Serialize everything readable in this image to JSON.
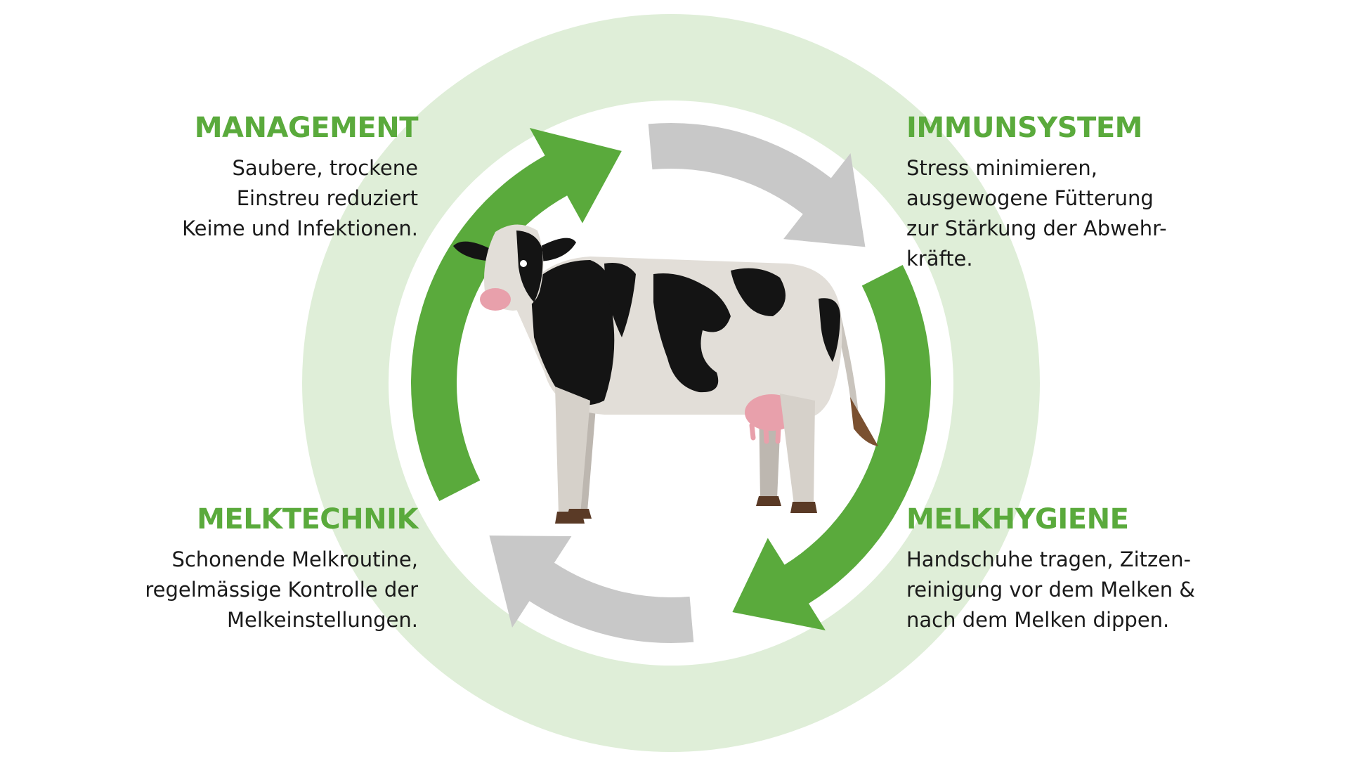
{
  "colors": {
    "ring": "#dfeed8",
    "inner_circle": "#ffffff",
    "arrow_green": "#5aaa3c",
    "arrow_gray": "#c8c8c8",
    "heading_green": "#5aaa3c",
    "body_text": "#1a1a1a"
  },
  "illustration": {
    "icon": "holstein-cow-icon"
  },
  "sections": {
    "management": {
      "title": "MANAGEMENT",
      "text": "Saubere, trockene\nEinstreu reduziert\nKeime und Infektionen."
    },
    "immunsystem": {
      "title": "IMMUNSYSTEM",
      "text": "Stress minimieren,\nausgewogene Fütterung\nzur Stärkung der Abwehr-\nkräfte."
    },
    "melktechnik": {
      "title": "MELKTECHNIK",
      "text": "Schonende Melkroutine,\nregelmässige Kontrolle der\nMelkeinstellungen."
    },
    "melkhygiene": {
      "title": "MELKHYGIENE",
      "text": "Handschuhe tragen, Zitzen-\nreinigung vor dem Melken &\nnach dem Melken dippen."
    }
  }
}
